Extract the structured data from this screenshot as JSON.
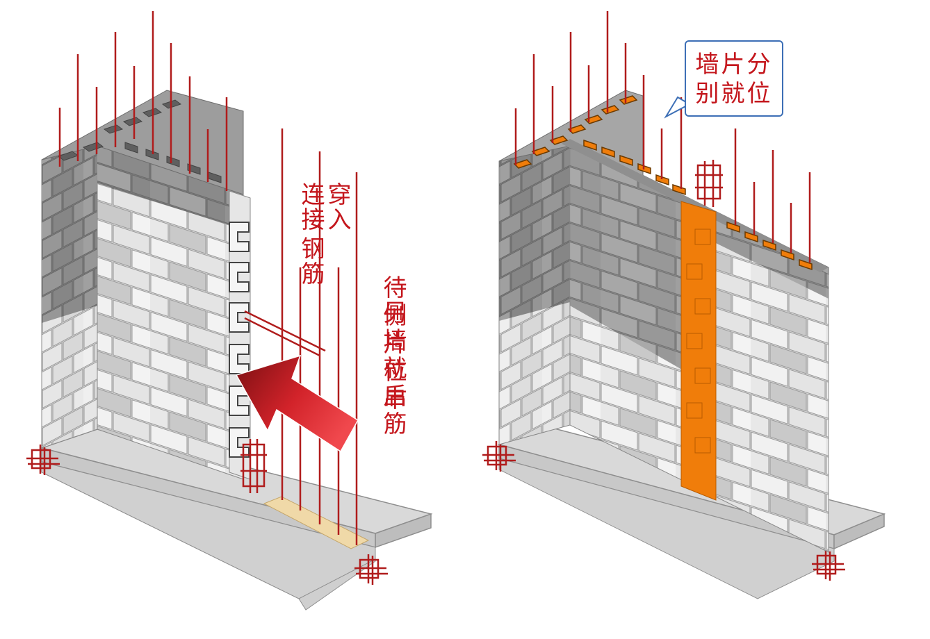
{
  "left_panel": {
    "label_insert_lines": [
      "穿入",
      "连接",
      "钢筋"
    ],
    "label_wait_lines": [
      "待另",
      "侧墙",
      "片就",
      "位后",
      "串筋"
    ]
  },
  "right_panel": {
    "callout_lines": [
      "墙片分",
      "别就位"
    ]
  },
  "colors": {
    "rebar": "#b01c1c",
    "grout": "#f07d0a",
    "arrow": "#e0262b",
    "label": "#c4161c",
    "callout_border": "#3d6fb6",
    "slab": "#d9d9d9",
    "block_dark": "#8c8c8c",
    "block_mid": "#b5b5b5",
    "block_light": "#ececec"
  }
}
